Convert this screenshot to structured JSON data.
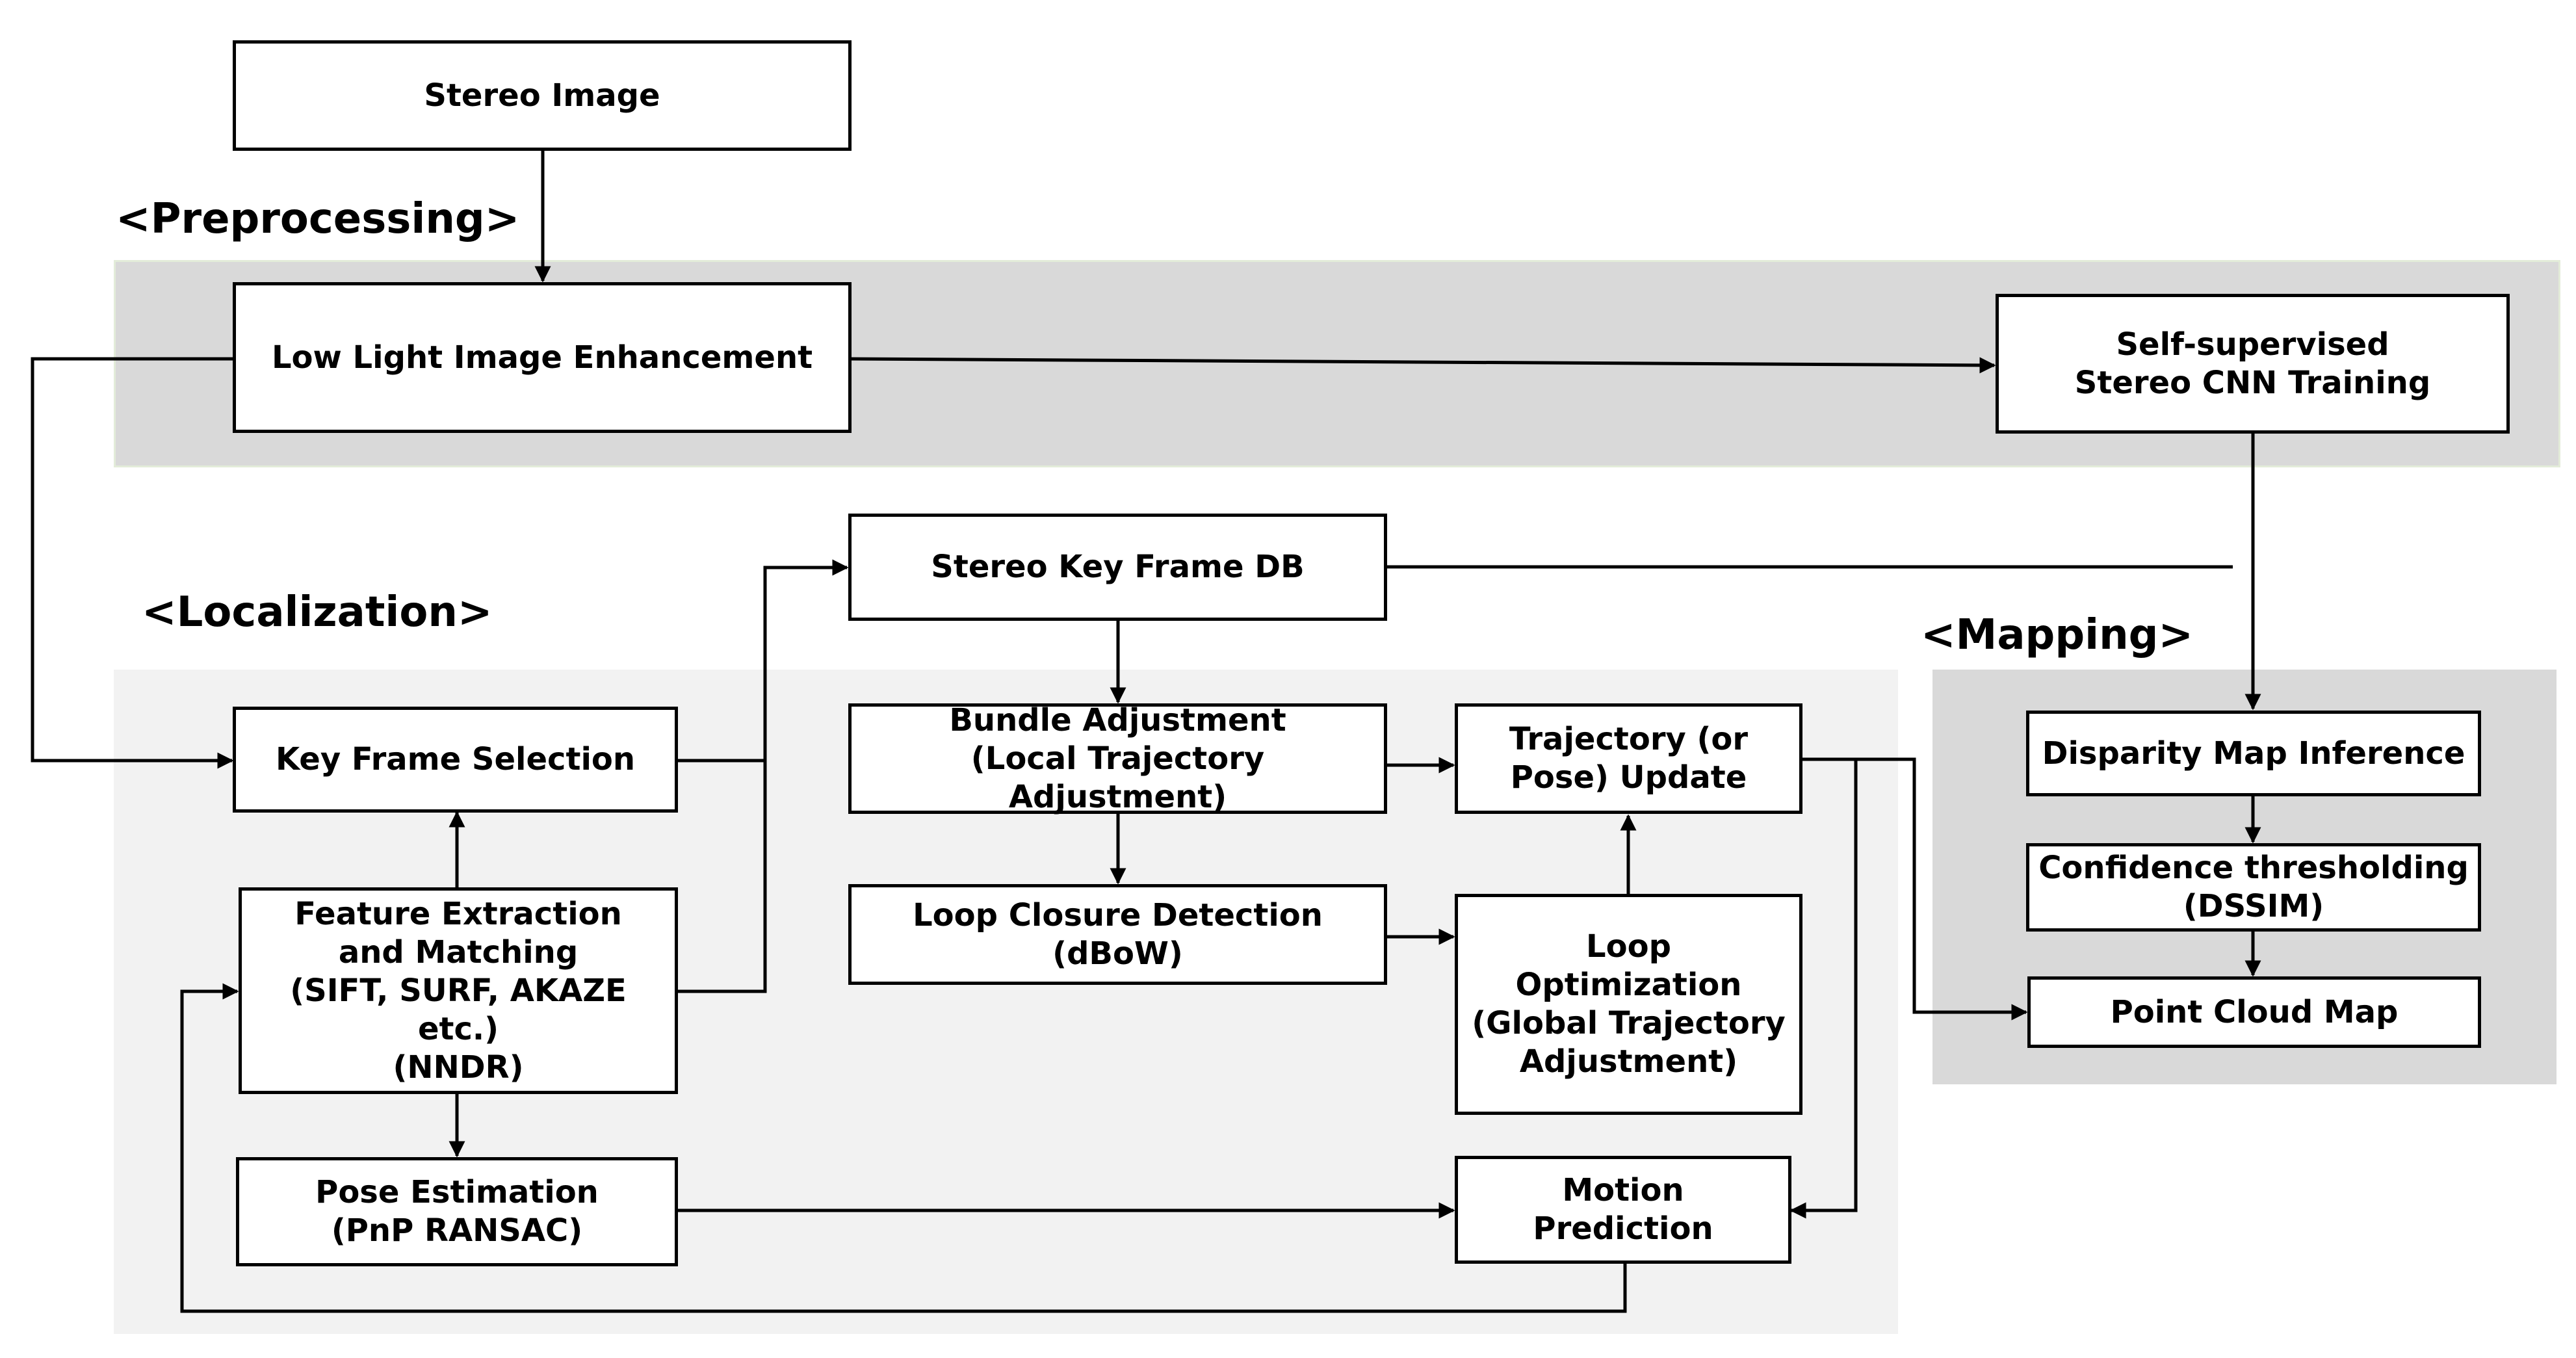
{
  "sections": {
    "preprocessing": "<Preprocessing>",
    "localization": "<Localization>",
    "mapping": "<Mapping>"
  },
  "nodes": {
    "stereo_image": "Stereo Image",
    "low_light": "Low Light Image Enhancement",
    "self_supervised": "Self-supervised\nStereo CNN Training",
    "stereo_kf_db": "Stereo Key Frame DB",
    "key_frame_selection": "Key Frame Selection",
    "bundle_adjustment": "Bundle Adjustment\n(Local Trajectory Adjustment)",
    "trajectory_update": "Trajectory (or\nPose) Update",
    "feature_extraction": "Feature Extraction\nand Matching\n(SIFT, SURF, AKAZE etc.)\n(NNDR)",
    "loop_closure": "Loop Closure Detection\n(dBoW)",
    "loop_optimization": "Loop\nOptimization\n(Global Trajectory\nAdjustment)",
    "pose_estimation": "Pose Estimation\n(PnP RANSAC)",
    "motion_prediction": "Motion\nPrediction",
    "disparity_map": "Disparity Map Inference",
    "confidence": "Confidence thresholding\n(DSSIM)",
    "point_cloud": "Point Cloud Map"
  },
  "colors": {
    "preprocessing_bg": "#d9d9d9",
    "localization_bg": "#f2f2f2",
    "mapping_bg": "#d9d9d9",
    "box_border": "#000000",
    "edge": "#000000"
  }
}
